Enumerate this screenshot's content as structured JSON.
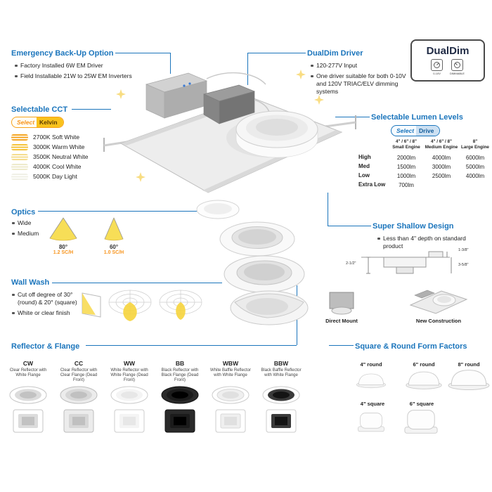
{
  "colors": {
    "heading_blue": "#1b75bc",
    "accent_orange": "#f7941d",
    "beam_yellow": "#f7dd4f"
  },
  "emergency": {
    "title": "Emergency Back-Up Option",
    "bullets": [
      "Factory Installed 6W EM Driver",
      "Field Installable 21W to 25W EM Inverters"
    ]
  },
  "dualdim_driver": {
    "title": "DualDim Driver",
    "bullets": [
      "120-277V Input",
      "One driver suitable for both 0-10V and 120V TRIAC/ELV dimming systems"
    ]
  },
  "dualdim_logo": {
    "brand": "DualDim",
    "badges": [
      {
        "label": "0-10V"
      },
      {
        "label": "DIMMABLE"
      }
    ]
  },
  "cct": {
    "title": "Selectable CCT",
    "badge_select": "Select",
    "badge_type": "Kelvin",
    "options": [
      {
        "label": "2700K Soft White",
        "color": "#f5a623"
      },
      {
        "label": "3000K Warm White",
        "color": "#f5c33b"
      },
      {
        "label": "3500K Neutral White",
        "color": "#f5dc8e"
      },
      {
        "label": "4000K Cool White",
        "color": "#eeeacb"
      },
      {
        "label": "5000K Day Light",
        "color": "#f0f0e6"
      }
    ]
  },
  "lumens": {
    "title": "Selectable Lumen Levels",
    "badge_select": "Select",
    "badge_type": "Drive",
    "columns": [
      {
        "sizes": "4\" / 6\" / 8\"",
        "engine": "Small Engine"
      },
      {
        "sizes": "4\" / 6\" / 8\"",
        "engine": "Medium Engine"
      },
      {
        "sizes": "8\"",
        "engine": "Large Engine"
      }
    ],
    "rows": [
      {
        "label": "High",
        "v1": "2000lm",
        "v2": "4000lm",
        "v3": "6000lm"
      },
      {
        "label": "Med",
        "v1": "1500lm",
        "v2": "3000lm",
        "v3": "5000lm"
      },
      {
        "label": "Low",
        "v1": "1000lm",
        "v2": "2500lm",
        "v3": "4000lm"
      },
      {
        "label": "Extra Low",
        "v1": "700lm",
        "v2": "",
        "v3": ""
      }
    ]
  },
  "optics": {
    "title": "Optics",
    "bullets": [
      "Wide",
      "Medium"
    ],
    "beams": [
      {
        "angle": "80°",
        "ratio": "1.2 SC/H"
      },
      {
        "angle": "60°",
        "ratio": "1.0 SC/H"
      }
    ]
  },
  "shallow": {
    "title": "Super Shallow Design",
    "bullet": "Less than 4\" depth on standard product",
    "dim_left": "2-1/2\"",
    "dim_right_top": "1-3/8\"",
    "dim_right": "3-5/8\"",
    "label_direct": "Direct Mount",
    "label_new": "New Construction"
  },
  "wallwash": {
    "title": "Wall Wash",
    "bullets": [
      "Cut off degree of 30° (round) & 20° (square)",
      "White or clear finish"
    ]
  },
  "reflector": {
    "title": "Reflector & Flange",
    "options": [
      {
        "code": "CW",
        "desc": "Clear Reflector with White Flange"
      },
      {
        "code": "CC",
        "desc": "Clear Reflector with Clear Flange (Dead Front)"
      },
      {
        "code": "WW",
        "desc": "White Reflector with White Flange (Dead Front)"
      },
      {
        "code": "BB",
        "desc": "Black Reflector with Black Flange (Dead Front)"
      },
      {
        "code": "WBW",
        "desc": "White Baffle Reflector with White Flange"
      },
      {
        "code": "BBW",
        "desc": "Black Baffle Reflector with White Flange"
      }
    ]
  },
  "form_factors": {
    "title": "Square & Round Form Factors",
    "round": [
      "4\" round",
      "6\" round",
      "8\" round"
    ],
    "square": [
      "4\" square",
      "6\" square"
    ]
  }
}
